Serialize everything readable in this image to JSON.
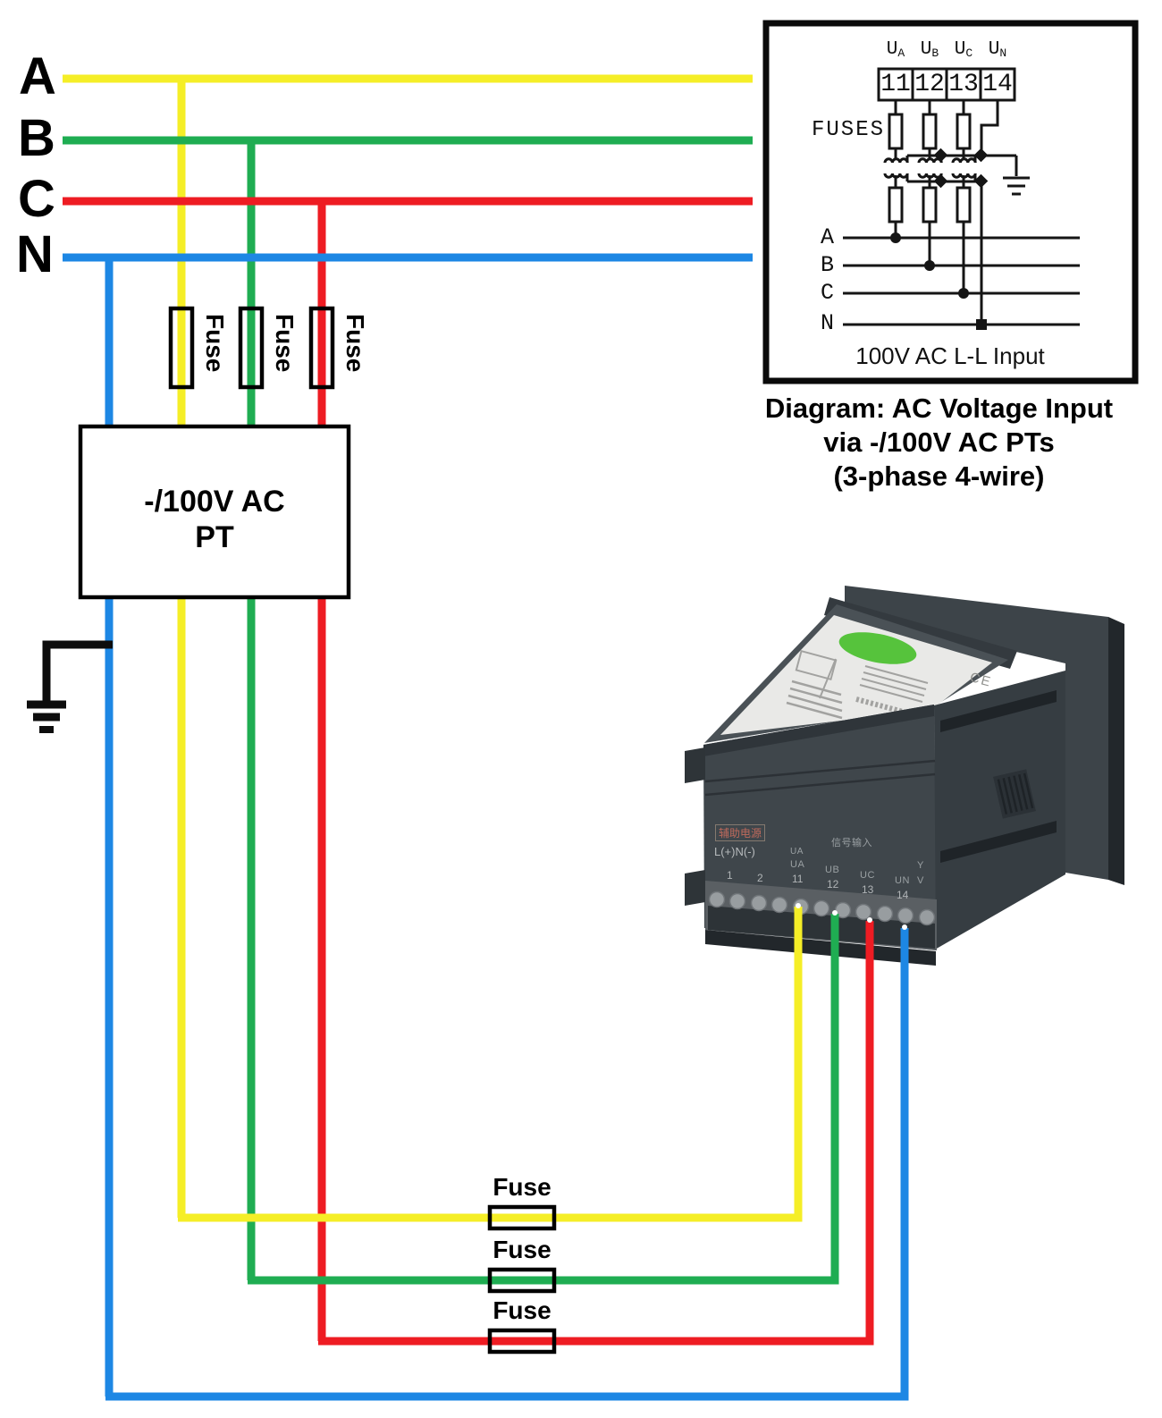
{
  "colors": {
    "phase_a_yellow": "#f5ee27",
    "phase_b_green": "#1fad52",
    "phase_c_red": "#ee1c23",
    "neutral_blue": "#1d87e4",
    "line_black": "#111111"
  },
  "bus": {
    "labels": [
      "A",
      "B",
      "C",
      "N"
    ]
  },
  "fuse_label": "Fuse",
  "pt_box": {
    "line1": "-/100V AC",
    "line2": "PT"
  },
  "inset": {
    "terminals": [
      {
        "base": "U",
        "sub": "A",
        "number": "11"
      },
      {
        "base": "U",
        "sub": "B",
        "number": "12"
      },
      {
        "base": "U",
        "sub": "C",
        "number": "13"
      },
      {
        "base": "U",
        "sub": "N",
        "number": "14"
      }
    ],
    "fuses_label": "FUSES",
    "line_labels": [
      "A",
      "B",
      "C",
      "N"
    ],
    "bottom_label": "100V AC L-L Input",
    "caption": [
      "Diagram: AC Voltage Input",
      "via -/100V AC PTs",
      "(3-phase 4-wire)"
    ]
  },
  "meter": {
    "aux_title": "辅助电源",
    "aux_terms": "L(+)N(-)",
    "aux_n1": "1",
    "aux_n2": "2",
    "signal_title": "信号输入",
    "columns": [
      {
        "u_top": "UA",
        "u": "UA",
        "n": "11"
      },
      {
        "u": "UB",
        "n": "12"
      },
      {
        "u": "UC",
        "n": "13"
      },
      {
        "u": "UN",
        "n": "14"
      }
    ],
    "y_label": "Y",
    "v_label": "V",
    "ce_mark": "CE"
  }
}
